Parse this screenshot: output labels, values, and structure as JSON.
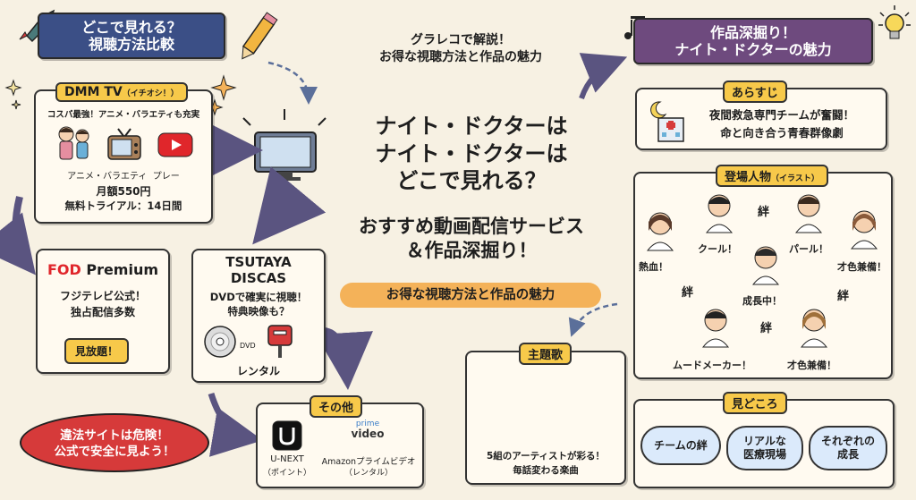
{
  "top_left_banner": {
    "line1": "どこで見れる？",
    "line2": "視聴方法比較"
  },
  "top_center_caption": {
    "line1": "グラレコで解説！",
    "line2": "お得な視聴方法と作品の魅力"
  },
  "top_right_banner": {
    "line1": "作品深掘り！",
    "line2": "ナイト・ドクターの魅力"
  },
  "dmm": {
    "title": "DMM TV",
    "title_note": "（イチオシ！）",
    "catch": "コスパ最強！アニメ・バラエティも充実",
    "genres": "アニメ・バラエティ",
    "play_label": "プレー",
    "price": "月額550円",
    "trial": "無料トライアル：14日間"
  },
  "fod": {
    "title_red": "FOD",
    "title_rest": " Premium",
    "line1": "フジテレビ公式！",
    "line2": "独占配信多数",
    "button": "見放題！"
  },
  "tsutaya": {
    "title1": "TSUTAYA",
    "title2": "DISCAS",
    "line1": "DVDで確実に視聴！",
    "line2": "特典映像も？",
    "dvd_label": "DVD",
    "footer": "レンタル"
  },
  "others": {
    "tag": "その他",
    "unext_name": "U-NEXT",
    "unext_note": "（ポイント）",
    "prime_logo1": "prime",
    "prime_logo2": "video",
    "prime_name": "Amazonプライムビデオ",
    "prime_note": "（レンタル）"
  },
  "warning": {
    "line1": "違法サイトは危険！",
    "line2": "公式で安全に見よう！"
  },
  "main_title": {
    "line1": "ナイト・ドクターは",
    "line2": "ナイト・ドクターは",
    "line3": "どこで見れる？",
    "line4": "おすすめ動画配信サービス",
    "line5": "＆作品深掘り！",
    "highlight": "お得な視聴方法と作品の魅力"
  },
  "theme_song": {
    "tag": "主題歌",
    "line1": "5組のアーティストが彩る！",
    "line2": "毎話変わる楽曲"
  },
  "synopsis": {
    "tag": "あらすじ",
    "line1": "夜間救急専門チームが奮闘！",
    "line2": "命と向き合う青春群像劇"
  },
  "characters": {
    "tag": "登場人物",
    "tag_note": "（イラスト）",
    "labels": {
      "passion": "熱血！",
      "cool": "クール！",
      "pearl": "パール！",
      "talent1": "才色兼備！",
      "growing": "成長中！",
      "mood": "ムードメーカー！",
      "talent2": "才色兼備！"
    },
    "bond": "絆"
  },
  "highlights": {
    "tag": "見どころ",
    "items": [
      {
        "line1": "チームの絆",
        "line2": ""
      },
      {
        "line1": "リアルな",
        "line2": "医療現場"
      },
      {
        "line1": "それぞれの",
        "line2": "成長"
      }
    ]
  },
  "colors": {
    "navy_banner": "#3b4f86",
    "purple_banner": "#6e4a7e",
    "tag_yellow": "#f7c94a",
    "warning_red": "#d63a3a",
    "fod_red": "#e0262b",
    "highlight_orange": "#f4b259",
    "background": "#f7f1e3"
  },
  "icons": [
    "rocket-icon",
    "pencil-icon",
    "sparkle-icon",
    "tv-icon",
    "youtube-play-icon",
    "dvd-icon",
    "mailbox-icon",
    "unext-logo-icon",
    "prime-video-logo-icon",
    "microphone-icon",
    "music-note-icon",
    "moon-icon",
    "hospital-icon",
    "lightbulb-icon",
    "arrow-icon"
  ]
}
